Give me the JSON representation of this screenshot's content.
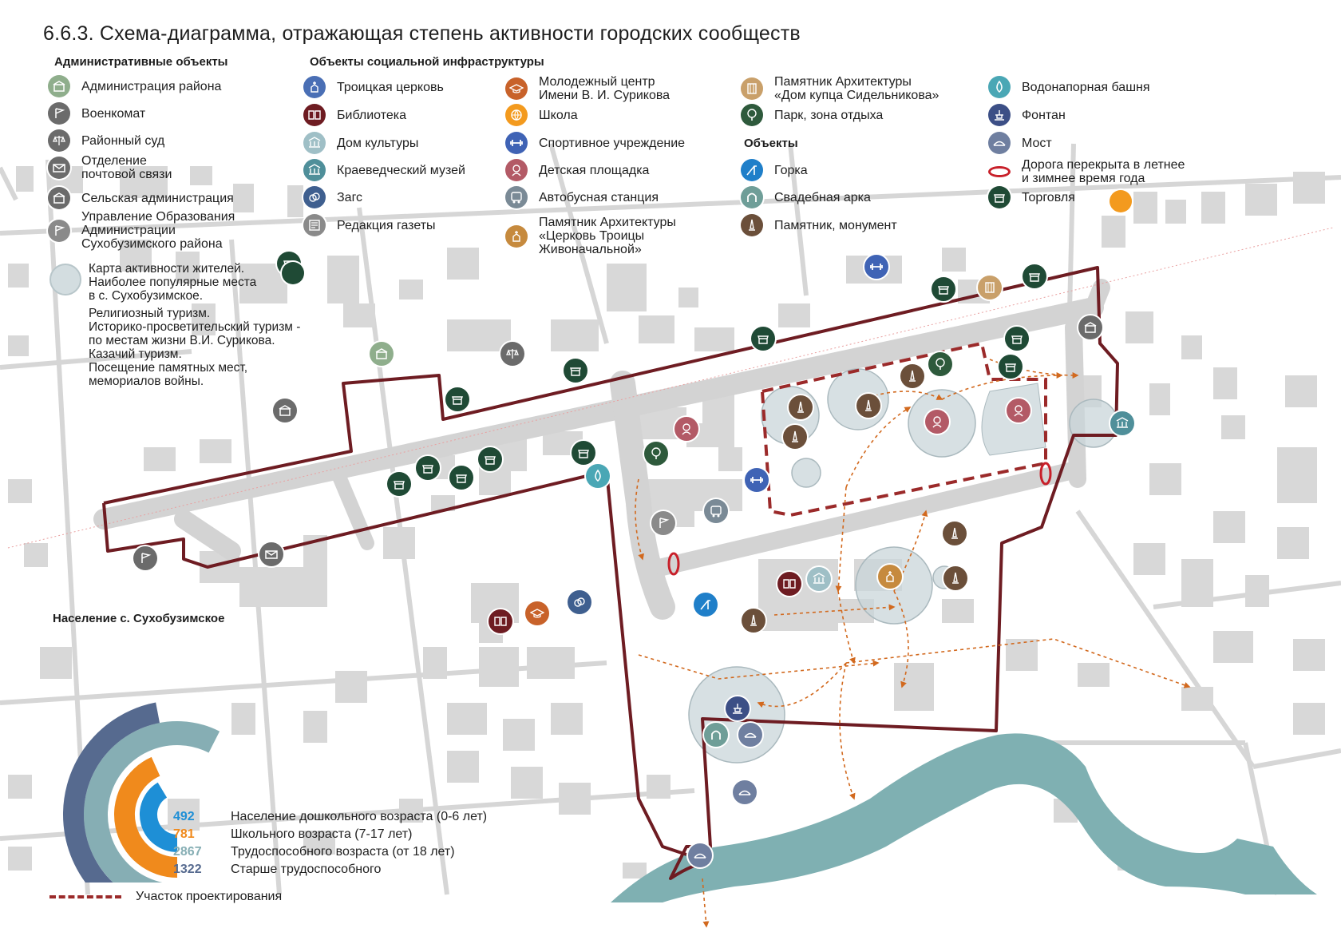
{
  "title": "6.6.3. Схема-диаграмма, отражающая степень активности городских сообществ",
  "colors": {
    "road": "#d8d8d8",
    "building": "#d7d7d7",
    "boundary": "#6e1c22",
    "site_dash": "#9b2a2a",
    "river": "#7fb0b2",
    "activity": "#c9d6da",
    "path_arrow": "#d2691e",
    "closure": "#c8202a",
    "admin": "#6b6b6b",
    "church": "#4a6fb5",
    "library": "#6e1c22",
    "culture": "#9fbfc6",
    "museum": "#4f8f9a",
    "registry": "#3f5f8f",
    "newspaper": "#8a8a8a",
    "youth": "#c8622a",
    "school": "#f39a1e",
    "sport": "#3f63b5",
    "playground": "#b35a66",
    "bus": "#7a8a96",
    "monument_arch": "#c68a3e",
    "merchant_house": "#c9a06a",
    "park": "#2e5a3c",
    "slide": "#1f7fc9",
    "wedding_arch": "#6f9e98",
    "monument": "#6b4f3a",
    "water_tower": "#4aa7b5",
    "fountain": "#3c4f86",
    "bridge": "#6f7fa0",
    "trade": "#1f4a35"
  },
  "legend": {
    "admin_header": "Административные объекты",
    "admin": [
      {
        "label": "Администрация района",
        "icon": "building-icon",
        "color": "#8fae8c"
      },
      {
        "label": "Военкомат",
        "icon": "flag-icon",
        "color": "#6b6b6b"
      },
      {
        "label": "Районный суд",
        "icon": "scales-icon",
        "color": "#6b6b6b"
      },
      {
        "label": "Отделение\nпочтовой связи",
        "icon": "mail-icon",
        "color": "#6b6b6b"
      },
      {
        "label": "Сельская администрация",
        "icon": "building-icon",
        "color": "#6b6b6b"
      },
      {
        "label": "Управление Образования\nАдминистрации\nСухобузимского района",
        "icon": "flag-icon",
        "color": "#8a8a8a"
      }
    ],
    "social_header": "Объекты социальной инфраструктуры",
    "social_col1": [
      {
        "label": "Троицкая церковь",
        "icon": "church-icon",
        "color": "#4a6fb5"
      },
      {
        "label": "Библиотека",
        "icon": "book-icon",
        "color": "#6e1c22"
      },
      {
        "label": "Дом культуры",
        "icon": "columns-icon",
        "color": "#9fbfc6"
      },
      {
        "label": "Краеведческий музей",
        "icon": "columns-icon",
        "color": "#4f8f9a"
      },
      {
        "label": "Загс",
        "icon": "rings-icon",
        "color": "#3f5f8f"
      },
      {
        "label": "Редакция газеты",
        "icon": "newspaper-icon",
        "color": "#8a8a8a"
      }
    ],
    "social_col2": [
      {
        "label": "Молодежный центр\nИмени В. И. Сурикова",
        "icon": "graduation-cap-icon",
        "color": "#c8622a"
      },
      {
        "label": "Школа",
        "icon": "globe-icon",
        "color": "#f39a1e"
      },
      {
        "label": "Спортивное учреждение",
        "icon": "dumbbell-icon",
        "color": "#3f63b5"
      },
      {
        "label": "Детская площадка",
        "icon": "child-icon",
        "color": "#b35a66"
      },
      {
        "label": "Автобусная станция",
        "icon": "bus-icon",
        "color": "#7a8a96"
      },
      {
        "label": "Памятник Архитектуры\n«Церковь Троицы\nЖивоначальной»",
        "icon": "church-icon",
        "color": "#c68a3e"
      }
    ],
    "social_col3": [
      {
        "label": "Памятник Архитектуры\n«Дом купца Сидельникова»",
        "icon": "house-icon",
        "color": "#c9a06a"
      },
      {
        "label": "Парк, зона отдыха",
        "icon": "tree-icon",
        "color": "#2e5a3c"
      }
    ],
    "objects_header": "Объекты",
    "objects": [
      {
        "label": "Горка",
        "icon": "slide-icon",
        "color": "#1f7fc9"
      },
      {
        "label": "Свадебная арка",
        "icon": "arch-icon",
        "color": "#6f9e98"
      },
      {
        "label": "Памятник, монумент",
        "icon": "obelisk-icon",
        "color": "#6b4f3a"
      }
    ],
    "col4": [
      {
        "label": "Водонапорная башня",
        "icon": "drop-icon",
        "color": "#4aa7b5"
      },
      {
        "label": "Фонтан",
        "icon": "fountain-icon",
        "color": "#3c4f86"
      },
      {
        "label": "Мост",
        "icon": "bridge-icon",
        "color": "#6f7fa0"
      },
      {
        "label": "Дорога перекрыта в летнее\nи зимнее время года",
        "icon": "road-closure-icon",
        "color": "#c8202a"
      },
      {
        "label": "Торговля",
        "icon": "shop-icon",
        "color": "#1f4a35"
      }
    ],
    "activity": "Карта активности жителей.\nНаиболее популярные места\nв с. Сухобузимское.",
    "tourism": [
      "Религиозный туризм.",
      "Историко-просветительский туризм -",
      "по местам жизни В.И. Сурикова.",
      "Казачий туризм.",
      "Посещение памятных мест,",
      "мемориалов войны."
    ],
    "site": "Участок проектирования"
  },
  "population": {
    "title": "Население с. Сухобузимское",
    "groups": [
      {
        "value": "492",
        "label": "Население дошкольного возраста (0-6 лет)",
        "color": "#1e8fd6",
        "amount": 492
      },
      {
        "value": "781",
        "label": "Школьного возраста (7-17 лет)",
        "color": "#f08a1c",
        "amount": 781
      },
      {
        "value": "2867",
        "label": "Трудоспособного возраста (от 18 лет)",
        "color": "#86aeb4",
        "amount": 2867
      },
      {
        "value": "1322",
        "label": "Старше трудоспособного",
        "color": "#566a8f",
        "amount": 1322
      }
    ]
  }
}
